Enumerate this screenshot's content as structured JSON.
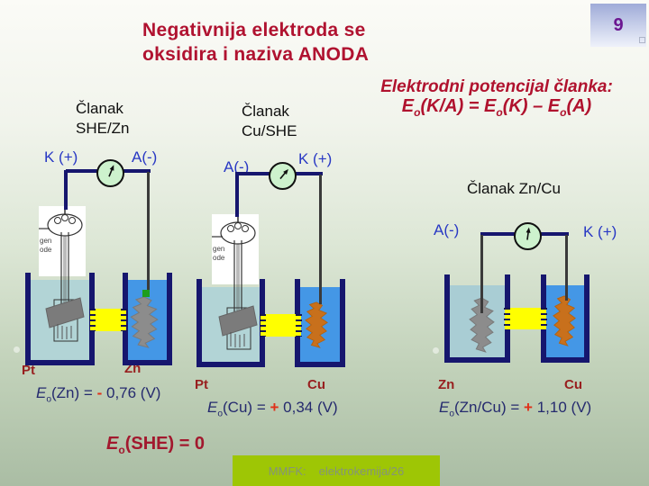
{
  "page_number": "9",
  "title": {
    "line1": "Negativnija elektroda se",
    "line2": "oksidira i naziva ANODA"
  },
  "heading": {
    "line1": "Elektrodni potencijal članka:",
    "eq": {
      "E1": "E",
      "sub1": "o",
      "arg1": "(K/A)",
      "equals": "=",
      "E2": "E",
      "sub2": "o",
      "arg2": "(K)",
      "minus": "–",
      "E3": "E",
      "sub3": "o",
      "arg3": "(A)"
    }
  },
  "cells": [
    {
      "title_line1": "Članak",
      "title_line2": "SHE/Zn",
      "left_terminal": "K (+)",
      "right_terminal": "A(-)",
      "left_electrode": "Pt",
      "right_electrode": "Zn",
      "eq": {
        "E": "E",
        "sub": "o",
        "arg": "(Zn)",
        "equals": "=",
        "sign": "-",
        "value": "0,76 (V)"
      }
    },
    {
      "title_line1": "Članak",
      "title_line2": "Cu/SHE",
      "left_terminal": "A(-)",
      "right_terminal": "K (+)",
      "left_electrode": "Pt",
      "right_electrode": "Cu",
      "eq": {
        "E": "E",
        "sub": "o",
        "arg": "(Cu)",
        "equals": "=",
        "sign": "+",
        "value": "0,34 (V)"
      }
    },
    {
      "title": "Članak Zn/Cu",
      "left_terminal": "A(-)",
      "right_terminal": "K (+)",
      "left_electrode": "Zn",
      "right_electrode": "Cu",
      "eq": {
        "E": "E",
        "sub": "o",
        "arg": "(Zn/Cu)",
        "equals": "=",
        "sign": "+",
        "value": "1,10 (V)"
      }
    }
  ],
  "she_note": {
    "E": "E",
    "sub": "o",
    "rest": "(SHE) = 0"
  },
  "hydrogen_electrode": {
    "label_line1": "gen",
    "label_line2": "ode"
  },
  "footer": {
    "course": "MMFK:",
    "topic": "elektrokemija/26"
  },
  "colors": {
    "title_red": "#b01230",
    "terminal_blue": "#2838c4",
    "wire_navy": "#16166e",
    "electrolyte_pale": "#b2d4d6",
    "electrolyte_blue": "#4497e6",
    "salt_bridge_yellow": "#ffff00",
    "zinc_gray": "#8c8c8c",
    "copper_orange": "#c8701c",
    "electrode_label_maroon": "#981f1f",
    "formula_navy": "#252a6e",
    "sign_red": "#e03018",
    "footer_green": "#9ec605",
    "connector_green": "#1e9e1e"
  }
}
